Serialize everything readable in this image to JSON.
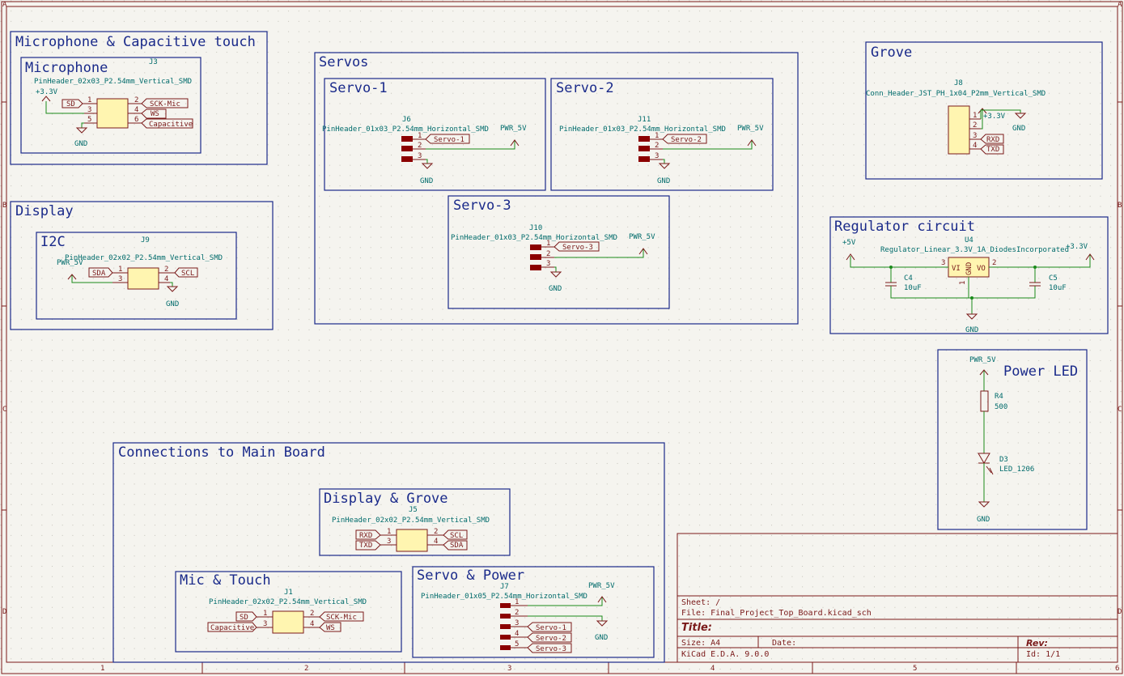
{
  "sheets": {
    "mic_cap": "Microphone & Capacitive touch",
    "microphone": "Microphone",
    "display": "Display",
    "i2c": "I2C",
    "servos": "Servos",
    "servo1": "Servo-1",
    "servo2": "Servo-2",
    "servo3": "Servo-3",
    "grove": "Grove",
    "regulator": "Regulator circuit",
    "power_led": "Power LED",
    "connections": "Connections to Main Board",
    "display_grove": "Display & Grove",
    "mic_touch": "Mic & Touch",
    "servo_power": "Servo & Power"
  },
  "components": {
    "j3": {
      "ref": "J3",
      "value": "PinHeader_02x03_P2.54mm_Vertical_SMD"
    },
    "j9": {
      "ref": "J9",
      "value": "PinHeader_02x02_P2.54mm_Vertical_SMD"
    },
    "j6": {
      "ref": "J6",
      "value": "PinHeader_01x03_P2.54mm_Horizontal_SMD"
    },
    "j11": {
      "ref": "J11",
      "value": "PinHeader_01x03_P2.54mm_Horizontal_SMD"
    },
    "j10": {
      "ref": "J10",
      "value": "PinHeader_01x03_P2.54mm_Horizontal_SMD"
    },
    "j8": {
      "ref": "J8",
      "value": "Conn_Header_JST_PH_1x04_P2mm_Vertical_SMD"
    },
    "u4": {
      "ref": "U4",
      "value": "Regulator_Linear_3.3V_1A_DiodesIncorporated",
      "pin_vi": "VI",
      "pin_vo": "VO",
      "pin_gnd": "GND"
    },
    "c4": {
      "ref": "C4",
      "value": "10uF"
    },
    "c5": {
      "ref": "C5",
      "value": "10uF"
    },
    "r4": {
      "ref": "R4",
      "value": "500"
    },
    "d3": {
      "ref": "D3",
      "value": "LED_1206"
    },
    "j5": {
      "ref": "J5",
      "value": "PinHeader_02x02_P2.54mm_Vertical_SMD"
    },
    "j1": {
      "ref": "J1",
      "value": "PinHeader_02x02_P2.54mm_Vertical_SMD"
    },
    "j7": {
      "ref": "J7",
      "value": "PinHeader_01x05_P2.54mm_Horizontal_SMD"
    }
  },
  "nets": {
    "sd": "SD",
    "sck_mic": "SCK-Mic",
    "ws": "WS",
    "capacitive": "Capacitive",
    "sda": "SDA",
    "scl": "SCL",
    "servo1": "Servo-1",
    "servo2": "Servo-2",
    "servo3": "Servo-3",
    "rxd": "RXD",
    "txd": "TXD"
  },
  "power": {
    "v33": "+3.3V",
    "gnd": "GND",
    "pwr5v": "PWR_5V",
    "v5": "+5V"
  },
  "pins": [
    "1",
    "2",
    "3",
    "4",
    "5",
    "6"
  ],
  "title_block": {
    "sheet": "Sheet: /",
    "file": "File: Final_Project_Top_Board.kicad_sch",
    "title": "Title:",
    "size": "Size: A4",
    "date": "Date:",
    "rev": "Rev:",
    "tool": "KiCad E.D.A. 9.0.0",
    "id": "Id: 1/1"
  },
  "frame": {
    "cols": [
      "1",
      "2",
      "3",
      "4",
      "5",
      "6"
    ],
    "rows": [
      "A",
      "B",
      "C",
      "D"
    ]
  }
}
